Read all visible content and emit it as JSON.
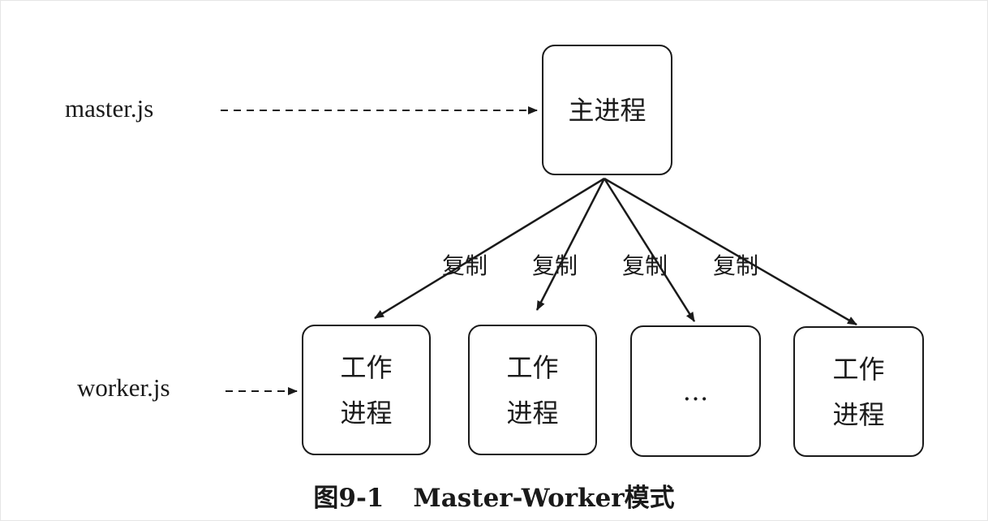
{
  "labels": {
    "master_file": "master.js",
    "worker_file": "worker.js"
  },
  "master": {
    "label": "主进程"
  },
  "copy_label": [
    "复制",
    "复制",
    "复制",
    "复制"
  ],
  "workers": [
    {
      "line1": "工作",
      "line2": "进程"
    },
    {
      "line1": "工作",
      "line2": "进程"
    },
    {
      "line1": "…",
      "line2": ""
    },
    {
      "line1": "工作",
      "line2": "进程"
    }
  ],
  "caption": {
    "figure": "图9-1",
    "title": "Master-Worker模式"
  }
}
